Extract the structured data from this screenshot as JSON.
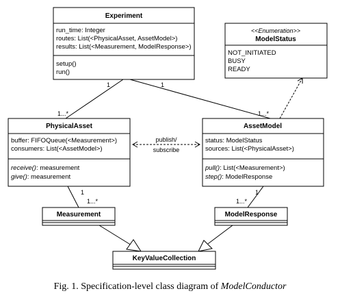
{
  "classes": {
    "experiment": {
      "name": "Experiment",
      "attributes": [
        "run_time: Integer",
        "routes: List(<PhysicalAsset, AssetModel>)",
        "results: List(<Measurement, ModelResponse>)"
      ],
      "operations": [
        "setup()",
        "run()"
      ]
    },
    "model_status": {
      "stereotype": "<<Enumeration>>",
      "name": "ModelStatus",
      "values": [
        "NOT_INITIATED",
        "BUSY",
        "READY"
      ]
    },
    "physical_asset": {
      "name": "PhysicalAsset",
      "attributes": [
        "buffer: FIFOQueue(<Measurement>)",
        "consumers: List(<AssetModel>)"
      ],
      "operations": [
        {
          "name": "receive()",
          "rest": ": measurement"
        },
        {
          "name": "give()",
          "rest": ": measurement"
        }
      ]
    },
    "asset_model": {
      "name": "AssetModel",
      "attributes": [
        "status: ModelStatus",
        "sources: List(<PhysicalAsset>)"
      ],
      "operations": [
        {
          "name": "pull()",
          "rest": ": List(<Measurement>)"
        },
        {
          "name": "step()",
          "rest": ": ModelResponse"
        }
      ]
    },
    "measurement": {
      "name": "Measurement"
    },
    "model_response": {
      "name": "ModelResponse"
    },
    "key_value_collection": {
      "name": "KeyValueCollection"
    }
  },
  "associations": {
    "exp_pa_near": "1",
    "exp_pa_far": "1...*",
    "exp_am_near": "1",
    "exp_am_far": "1...*",
    "pa_meas_near": "1",
    "pa_meas_far": "1...*",
    "am_resp_near": "1",
    "am_resp_far": "1...*",
    "publish_label_line1": "publish/",
    "publish_label_line2": "subscribe"
  },
  "caption": {
    "prefix": "Fig. 1.  Specification-level class diagram of ",
    "name": "ModelConductor"
  }
}
